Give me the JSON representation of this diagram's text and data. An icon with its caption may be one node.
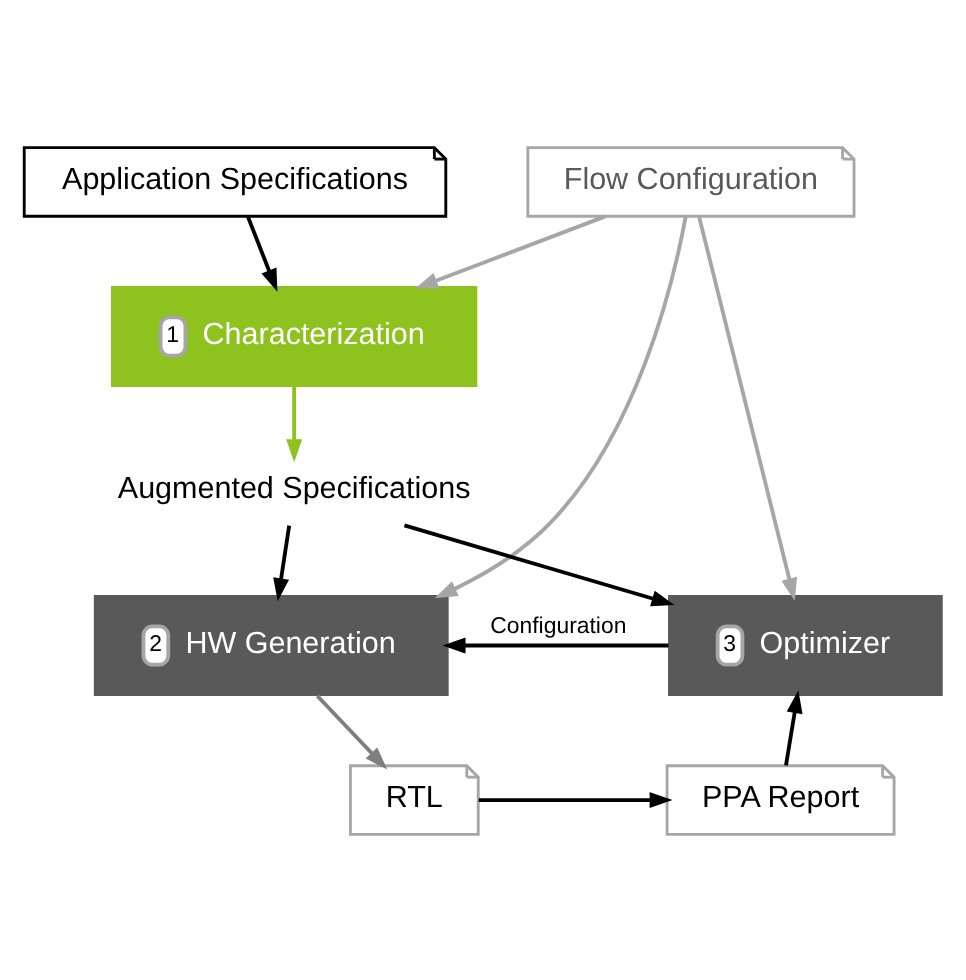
{
  "diagram": {
    "nodes": [
      {
        "text": [
          "Application Specifications"
        ]
      },
      {
        "text": [
          "Flow Configuration"
        ]
      },
      {
        "text": [
          "1",
          "Characterization"
        ]
      },
      {
        "text": [
          "Augmented Specifications"
        ]
      },
      {
        "text": [
          "2",
          "HW Generation"
        ]
      },
      {
        "text": [
          "3",
          "Optimizer"
        ]
      },
      {
        "text": [
          "RTL"
        ]
      },
      {
        "text": [
          "PPA Report"
        ]
      }
    ],
    "edges": [
      {
        "from": 0,
        "to": 2,
        "arrow": "to"
      },
      {
        "from": 1,
        "to": 2,
        "arrow": "to",
        "color": "#a6a6a6"
      },
      {
        "from": 2,
        "to": 3,
        "arrow": "to",
        "color": "#8dc21f"
      },
      {
        "from": 3,
        "to": 4,
        "arrow": "to"
      },
      {
        "from": 3,
        "to": 5,
        "arrow": "to"
      },
      {
        "from": 1,
        "to": 4,
        "arrow": "to",
        "color": "#a6a6a6"
      },
      {
        "from": 1,
        "to": 5,
        "arrow": "to",
        "color": "#a6a6a6"
      },
      {
        "from": 5,
        "to": 4,
        "arrow": "to",
        "label": "Configuration"
      },
      {
        "from": 4,
        "to": 6,
        "arrow": "to",
        "color": "#7f7f7f"
      },
      {
        "from": 6,
        "to": 7,
        "arrow": "to"
      },
      {
        "from": 7,
        "to": 5,
        "arrow": "to"
      }
    ]
  }
}
